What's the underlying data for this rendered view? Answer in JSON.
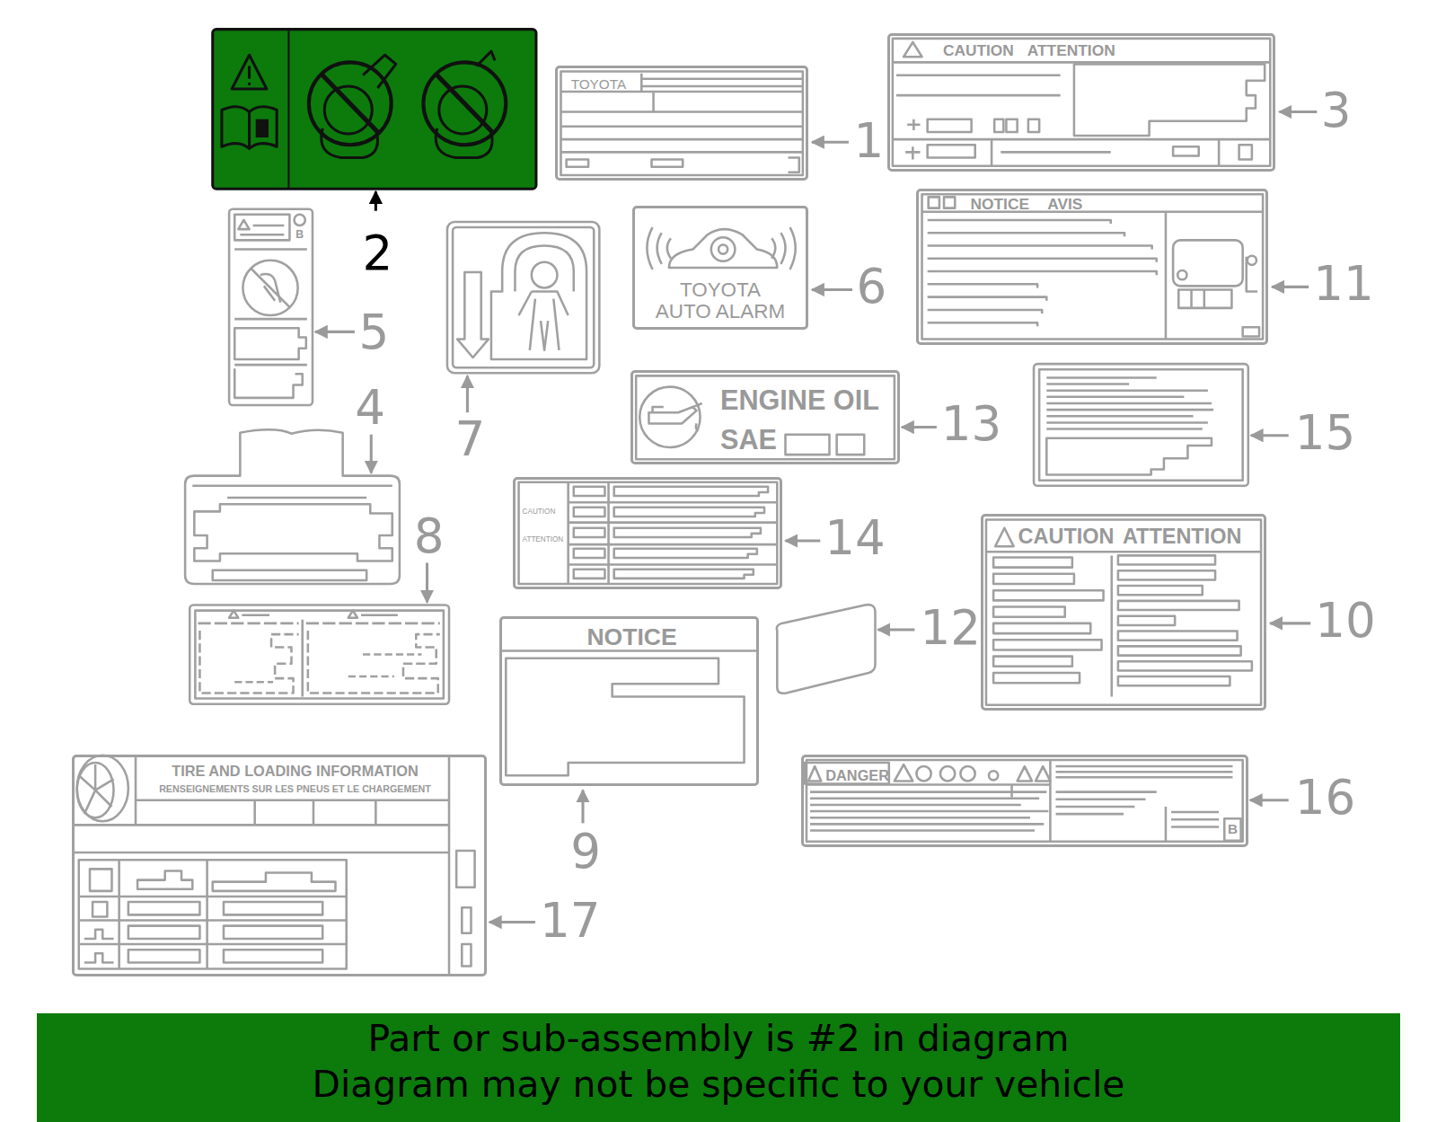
{
  "diagram": {
    "nodes": [
      {
        "text": [
          "TOYOTA"
        ]
      },
      {
        "text": [
          "CAUTION",
          "ATTENTION"
        ]
      },
      {
        "text": [
          "TOYOTA AUTO ALARM"
        ]
      },
      {
        "text": [
          "NOTICE",
          "AVIS"
        ]
      },
      {
        "text": [
          "ENGINE OIL",
          "SAE"
        ]
      },
      {
        "text": [
          "CAUTION",
          "ATTENTION"
        ]
      },
      {
        "text": [
          "CAUTION",
          "ATTENTION"
        ]
      },
      {
        "text": [
          "NOTICE"
        ]
      },
      {
        "text": [
          "DANGER"
        ]
      },
      {
        "text": [
          "TIRE AND LOADING INFORMATION",
          "RENSEIGNEMENTS SUR LES PNEUS ET LE CHARGEMENT"
        ]
      },
      {
        "text": [
          "Part or sub-assembly is #2 in diagram",
          "Diagram may not be specific to your vehicle"
        ]
      }
    ],
    "labels": [
      "2",
      "1",
      "3",
      "5",
      "B",
      "7",
      "6",
      "11",
      "4",
      "13",
      "15",
      "14",
      "8",
      "12",
      "10",
      "9",
      "16",
      "B",
      "17"
    ]
  }
}
